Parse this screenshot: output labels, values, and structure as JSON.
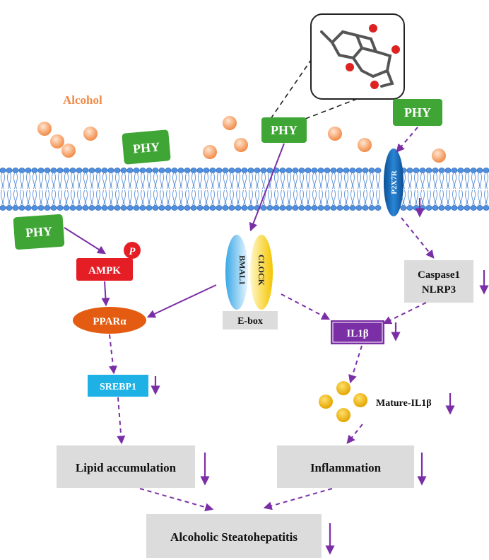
{
  "labels": {
    "alcohol": "Alcohol",
    "phy": "PHY",
    "p2x7r": "P2X7R",
    "ampk": "AMPK",
    "phospho": "P",
    "ppara": "PPARα",
    "srebp1": "SREBP1",
    "bmal1": "BMAL1",
    "clock": "CLOCK",
    "ebox": "E-box",
    "caspase1": "Caspase1",
    "nlrp3": "NLRP3",
    "il1b": "IL1β",
    "mature_il1b": "Mature-IL1β",
    "lipid": "Lipid accumulation",
    "inflammation": "Inflammation",
    "ash": "Alcoholic Steatohepatitis"
  },
  "colors": {
    "arrow": "#7b2fa6",
    "phy_green": "#3fa535",
    "alcohol_orange": "#f08a46",
    "ampk_red": "#e51e26",
    "ppara_orange": "#e35c11",
    "srebp1_blue": "#1eb1e6",
    "gray_box": "#dcdcdc",
    "membrane_blue": "#4f8fe0",
    "p2x7r_blue": "#1e6fc0",
    "yellow": "#f3b900"
  },
  "icons": [
    "molecule-structure-icon",
    "down-arrow-icon"
  ]
}
